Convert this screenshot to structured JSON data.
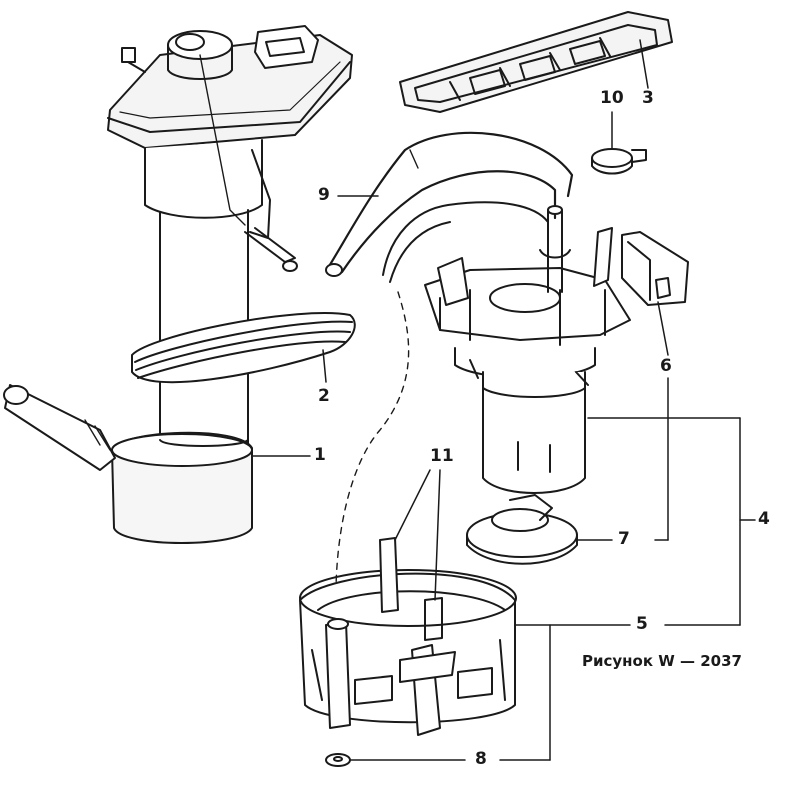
{
  "caption": "Рисунок W — 2037",
  "callouts": {
    "part_1": "1",
    "part_2": "2",
    "part_3": "3",
    "part_4": "4",
    "part_5": "5",
    "part_6": "6",
    "part_7": "7",
    "part_8": "8",
    "part_9": "9",
    "part_10": "10",
    "part_11": "11"
  },
  "colors": {
    "line": "#1a1a1a",
    "background": "#ffffff"
  }
}
